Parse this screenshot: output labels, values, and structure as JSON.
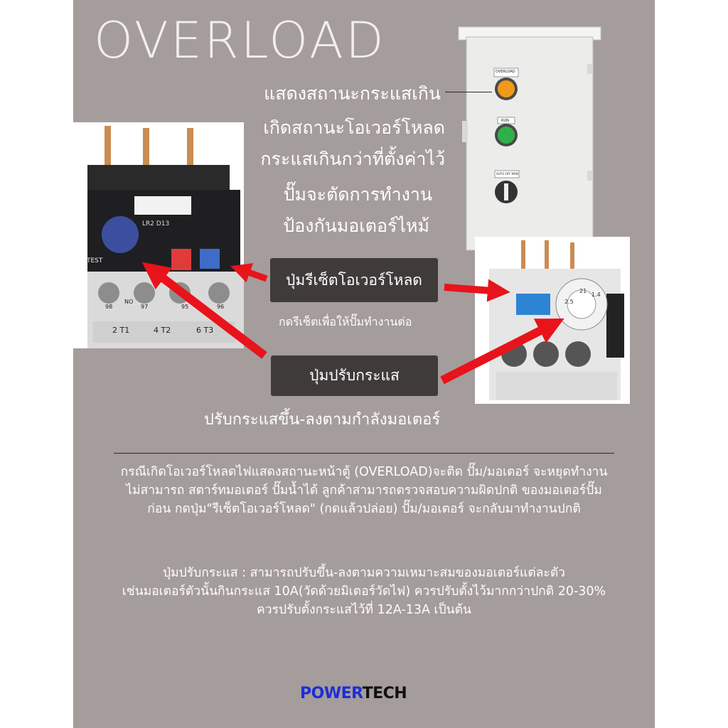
{
  "title": "OVERLOAD",
  "cabinet_callouts": [
    "แสดงสถานะกระแสเกิน",
    "เกิดสถานะโอเวอร์โหลด",
    "กระแสเกินกว่าที่ตั้งค่าไว้",
    "ปั๊มจะตัดการทำงาน",
    "ป้องกันมอเตอร์ไหม้"
  ],
  "cabinet_labels": {
    "overload": "OVERLOAD",
    "run": "RUN",
    "switch": "AUTO OFF MAN"
  },
  "reset_button": {
    "label": "ปุ่มรีเซ็ตโอเวอร์โหลด",
    "note": "กดรีเซ็ตเพื่อให้ปั๊มทำงานต่อ"
  },
  "adjust_button": {
    "label": "ปุ่มปรับกระแส",
    "note": "ปรับกระแสขึ้น-ลงตามกำลังมอเตอร์"
  },
  "relay_left_marks": {
    "model": "LR2 D13",
    "test": "TEST",
    "terminals": [
      "98",
      "NO",
      "97",
      "95",
      "96"
    ],
    "bottom": [
      "2 T1",
      "4 T2",
      "6 T3"
    ]
  },
  "relay_right_marks": {
    "dial": [
      "2.5",
      "21",
      "1.4"
    ]
  },
  "paragraph1": [
    "กรณีเกิดโอเวอร์โหลดไฟแสดงสถานะหน้าตู้ (OVERLOAD)จะติด  ปั๊ม/มอเตอร์ จะหยุดทำงาน",
    "ไม่สามารถ สตาร์ทมอเตอร์ ปั๊มน้ำได้ ลูกค้าสามารถตรวจสอบความผิดปกติ ของมอเตอร์ปั๊ม",
    "ก่อน กดปุ่ม\"รีเซ็ตโอเวอร์โหลด\" (กดแล้วปล่อย) ปั๊ม/มอเตอร์ จะกลับมาทำงานปกติ"
  ],
  "paragraph2": [
    "ปุ่มปรับกระแส :  สามารถปรับขึ้น-ลงตามความเหมาะสมของมอเตอร์แต่ละตัว",
    "เช่นมอเตอร์ตัวนั้นกินกระแส 10A(วัดด้วยมิเตอร์วัดไฟ) ควรปรับตั้งไว้มากกว่าปกติ 20-30%",
    "ควรปรับตั้งกระแสไว้ที่ 12A-13A เป็นต้น"
  ],
  "brand": {
    "part1": "POWER",
    "part2": "TECH"
  },
  "colors": {
    "panel": "#a59c9c",
    "arrow": "#e8131b",
    "box": "#3f3b3b",
    "brand_blue": "#1b2fd6"
  }
}
